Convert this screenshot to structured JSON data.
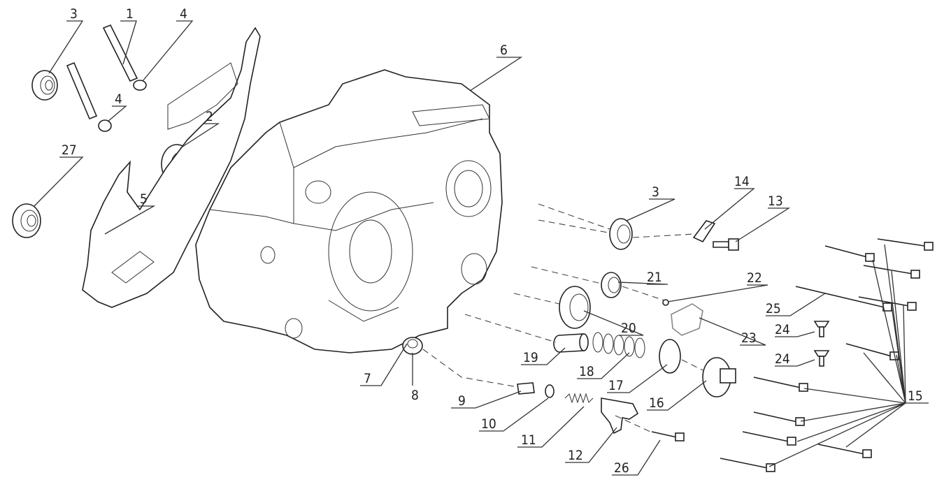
{
  "diagram": {
    "type": "exploded-parts-view",
    "labels": [
      "3",
      "1",
      "4",
      "4",
      "2",
      "27",
      "5",
      "6",
      "3",
      "14",
      "13",
      "21",
      "22",
      "25",
      "23",
      "20",
      "24",
      "24",
      "19",
      "18",
      "17",
      "16",
      "15",
      "7",
      "8",
      "9",
      "10",
      "11",
      "12",
      "26"
    ]
  }
}
